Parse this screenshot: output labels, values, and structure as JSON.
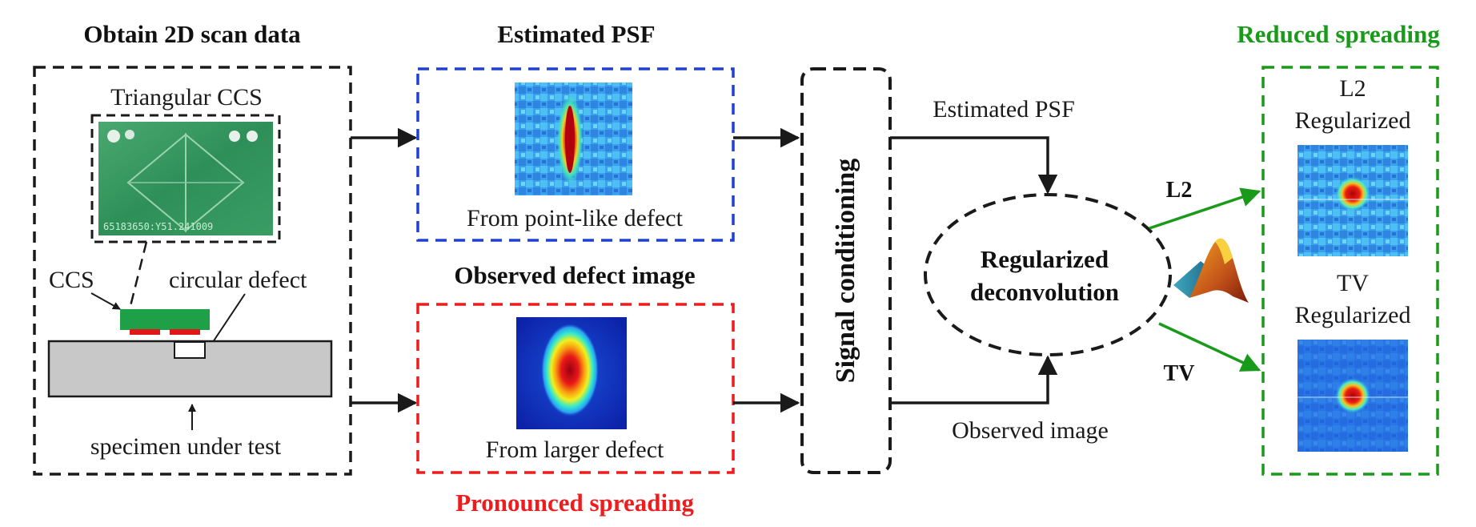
{
  "titles": {
    "obtain": "Obtain 2D scan data",
    "estimated_psf": "Estimated PSF",
    "observed_defect_image": "Observed defect image",
    "pronounced_spreading": "Pronounced  spreading",
    "reduced_spreading": "Reduced spreading"
  },
  "scan_panel": {
    "triangular_ccs": "Triangular CCS",
    "photo_caption": "65183650:Y51.241009",
    "ccs": "CCS",
    "circular_defect": "circular defect",
    "specimen": "specimen under test"
  },
  "psf_panel": {
    "caption": "From point-like defect"
  },
  "observed_panel": {
    "caption": "From larger defect"
  },
  "signal_conditioning": "Signal conditioning",
  "flow": {
    "estimated_psf": "Estimated PSF",
    "observed_image": "Observed image",
    "deconv_line1": "Regularized",
    "deconv_line2": "deconvolution",
    "l2": "L2",
    "tv": "TV"
  },
  "results": {
    "l2_line1": "L2",
    "l2_line2": "Regularized",
    "tv_line1": "TV",
    "tv_line2": "Regularized"
  },
  "colors": {
    "black": "#1a1a1a",
    "blue_box": "#2040d0",
    "red_box": "#ee1c1c",
    "green": "#1a9a1a",
    "ccs_green": "#1ea048",
    "ccs_red": "#e01818",
    "specimen_gray": "#c8c8c8",
    "heatmap_bg": "#2a6fe0",
    "heat_core": "#c8102e"
  },
  "icons": {
    "matlab": "matlab-logo-icon"
  }
}
